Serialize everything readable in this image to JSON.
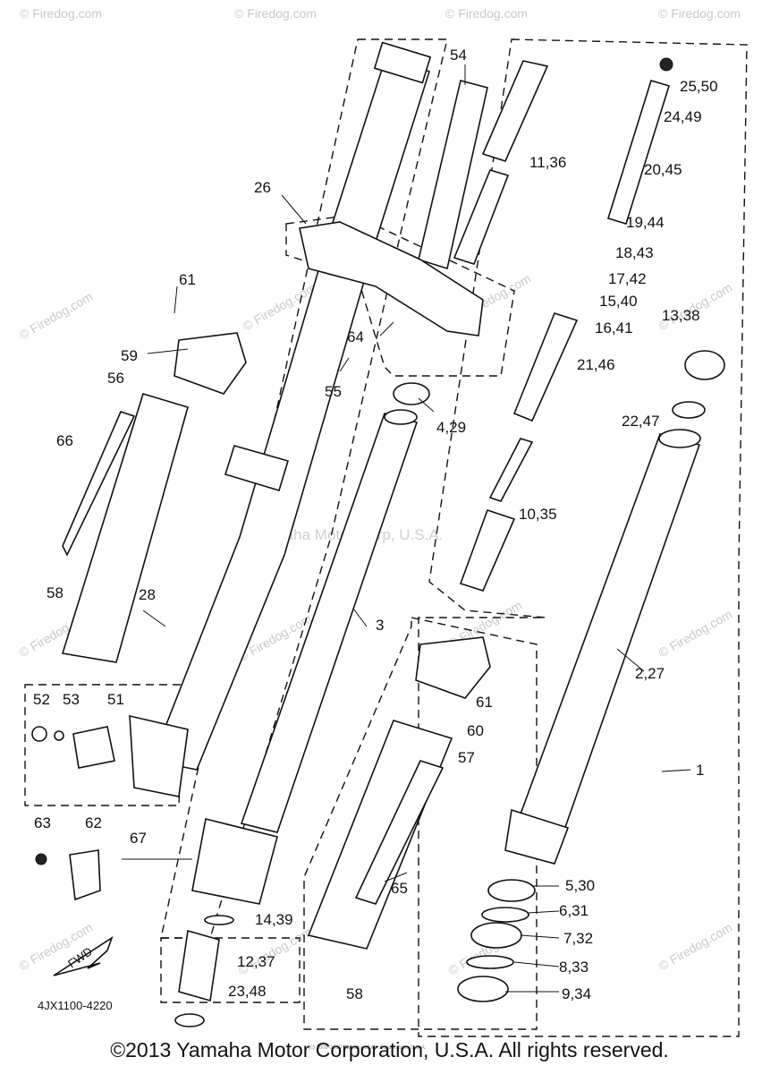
{
  "diagram_code": "4JX1100-4220",
  "fwd_label": "FWD",
  "watermark": "Yamaha Motor Corp, U.S.A.",
  "site_watermark": "© Firedog.com",
  "small_notice": "(c) 2000-2010 Yamaha Motor Corporation, U.S.A.",
  "copyright": "©2013 Yamaha Motor Corporation, U.S.A. All rights reserved.",
  "callouts": {
    "p54": "54",
    "p25_50": "25,50",
    "p24_49": "24,49",
    "p11_36": "11,36",
    "p20_45": "20,45",
    "p26": "26",
    "p19_44": "19,44",
    "p18_43": "18,43",
    "p17_42": "17,42",
    "p15_40": "15,40",
    "p61a": "61",
    "p13_38": "13,38",
    "p16_41": "16,41",
    "p64": "64",
    "p59": "59",
    "p21_46": "21,46",
    "p55": "55",
    "p56": "56",
    "p4_29": "4,29",
    "p22_47": "22,47",
    "p66": "66",
    "p10_35": "10,35",
    "p58a": "58",
    "p28": "28",
    "p3": "3",
    "p2_27": "2,27",
    "p52": "52",
    "p53": "53",
    "p51": "51",
    "p61b": "61",
    "p60": "60",
    "p57": "57",
    "p1": "1",
    "p63": "63",
    "p62": "62",
    "p67": "67",
    "p65": "65",
    "p5_30": "5,30",
    "p6_31": "6,31",
    "p14_39": "14,39",
    "p7_32": "7,32",
    "p12_37": "12,37",
    "p8_33": "8,33",
    "p23_48": "23,48",
    "p58b": "58",
    "p9_34": "9,34"
  }
}
